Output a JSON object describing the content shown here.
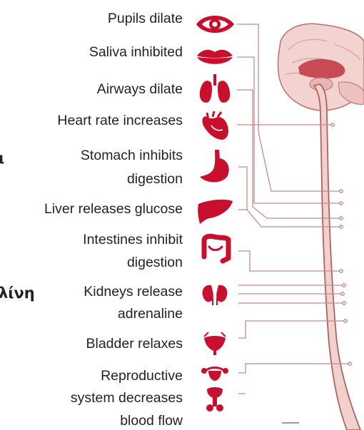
{
  "labels": {
    "pupils": "Pupils dilate",
    "saliva": "Saliva inhibited",
    "airways": "Airways dilate",
    "heart": "Heart rate increases",
    "stomach_1": "Stomach inhibits",
    "stomach_2": "digestion",
    "liver": "Liver releases glucose",
    "intestines_1": "Intestines inhibit",
    "intestines_2": "digestion",
    "kidneys_1": "Kidneys release",
    "kidneys_2": "adrenaline",
    "bladder": "Bladder relaxes",
    "reproductive_1": "Reproductive",
    "reproductive_2": "system decreases",
    "reproductive_3": "blood flow"
  },
  "cutoff_text": {
    "top": "ι",
    "middle": "λίνη"
  },
  "organ_icons": [
    "eye-icon",
    "lips-icon",
    "lungs-icon",
    "heart-icon",
    "stomach-icon",
    "liver-icon",
    "intestines-icon",
    "kidneys-icon",
    "bladder-icon",
    "uterus-icon",
    "male-reproductive-icon"
  ],
  "colors": {
    "organ": "#c8102e",
    "wire": "#c68a8a",
    "spinal_cord": "#f1d1cd",
    "spinal_cord_outline": "#b0625f",
    "brain": "#f3d3cf",
    "brain_dark": "#c64b55"
  }
}
